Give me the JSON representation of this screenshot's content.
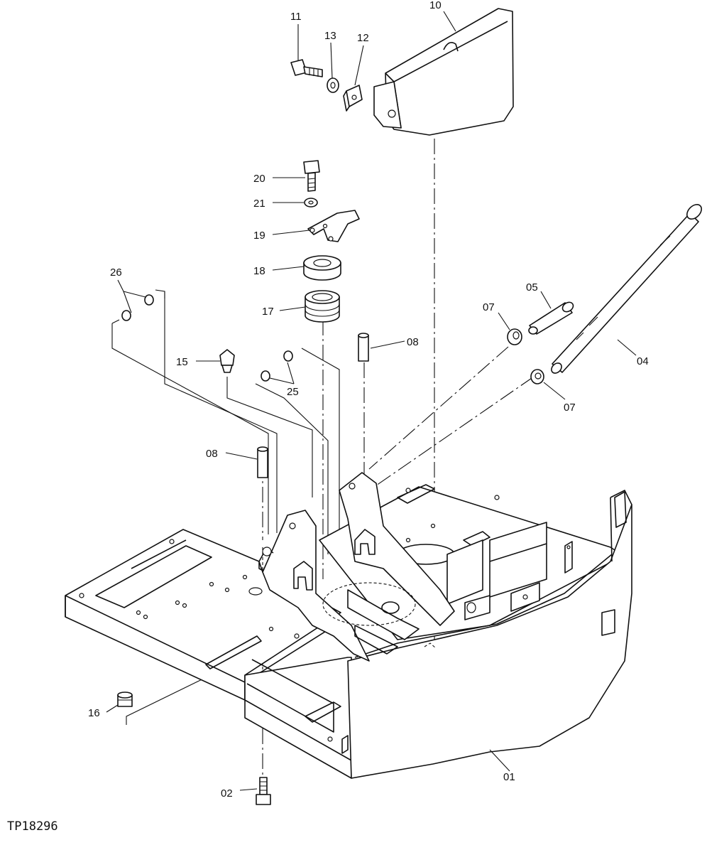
{
  "diagram": {
    "drawing_id": "TP18296",
    "callouts": [
      "01",
      "02",
      "04",
      "05",
      "07",
      "07",
      "08",
      "08",
      "10",
      "11",
      "12",
      "13",
      "15",
      "16",
      "17",
      "18",
      "19",
      "20",
      "21",
      "25",
      "26"
    ]
  }
}
